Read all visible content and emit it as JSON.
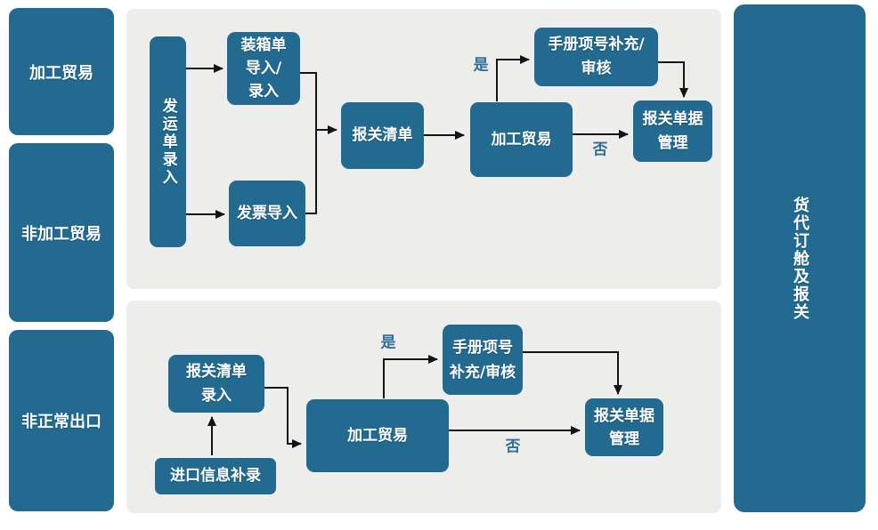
{
  "colors": {
    "node_fill": "#226a90",
    "node_text": "#ffffff",
    "panel_fill": "#ededec",
    "label_text": "#336e96",
    "arrow": "#141414"
  },
  "lanes": {
    "left": [
      {
        "label": "加工贸易"
      },
      {
        "label": "非加工贸易"
      },
      {
        "label": "非正常出口"
      }
    ],
    "right": {
      "label": "货代订舱及报关"
    }
  },
  "top_flow": {
    "shipping_entry": "发运单录入",
    "packing_list": "装箱单\n导入/\n录入",
    "invoice_import": "发票导入",
    "customs_list": "报关清单",
    "processing_trade": "加工贸易",
    "manual_item": "手册项号补充/\n审核",
    "doc_mgmt": "报关单据\n管理",
    "yes": "是",
    "no": "否"
  },
  "bottom_flow": {
    "customs_list_entry": "报关清单\n录入",
    "import_info": "进口信息补录",
    "processing_trade": "加工贸易",
    "manual_item": "手册项号\n补充/审核",
    "doc_mgmt": "报关单据\n管理",
    "yes": "是",
    "no": "否"
  }
}
